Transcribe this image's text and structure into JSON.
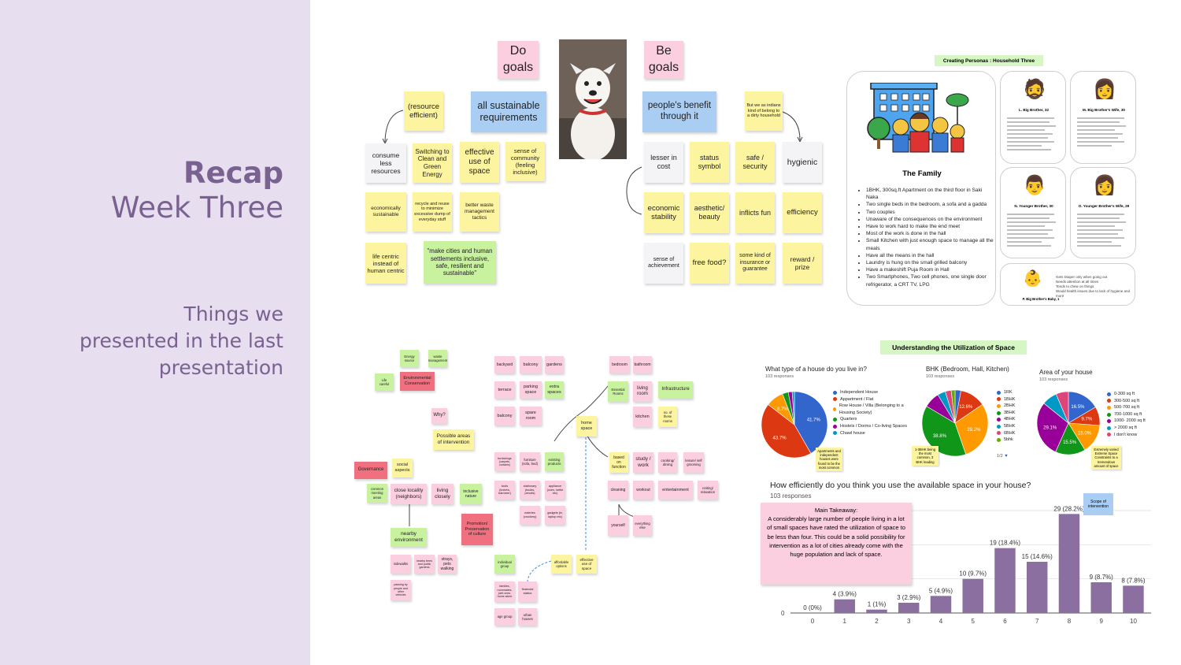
{
  "sidebar": {
    "title_bold": "Recap",
    "title_light": "Week Three",
    "subtitle": "Things we presented in the last presentation"
  },
  "goals": {
    "do_goals": "Do goals",
    "be_goals": "Be goals",
    "resource_efficient": "(resource efficient)",
    "all_sustainable": "all sustainable requirements",
    "consume_less": "consume less resources",
    "switching": "Switching to Clean and Green Energy",
    "effective_use": "effective use of space",
    "sense_community": "sense of community (feeling inclusive)",
    "econ_sustainable": "economically sustainable",
    "recycle": "recycle and reuse to minimize excessive dump of everyday stuff",
    "better_waste": "better waste management tactics",
    "life_centric": "life centric instead of human centric",
    "make_cities": "\"make cities and human settlements inclusive, safe, resilient and sustainable\"",
    "peoples_benefit": "people's benefit through it",
    "indians": "But we as indians kind of belong to a dirty household",
    "lesser_cost": "lesser in cost",
    "status_symbol": "status symbol",
    "safe_security": "safe / security",
    "hygienic": "hygienic",
    "economic_stability": "economic stability",
    "aesthetic": "aesthetic/ beauty",
    "inflicts_fun": "inflicts fun",
    "efficiency": "efficiency",
    "sense_achievement": "sense of achievement",
    "free_food": "free food?",
    "insurance": "some kind of insurance or guarantee",
    "reward": "reward / prize"
  },
  "persona": {
    "header": "Creating Personas : Household Three",
    "family_title": "The Family",
    "family_points": [
      "1BHK, 300sq.ft Apartment on the third floor in Saki Naka",
      "Two single beds in the bedroom, a sofa and a gadda",
      "Two couples",
      "Unaware of the consequences on the environment",
      "Have to work hard to make the end meet",
      "Most of the work is done in the hall",
      "Small Kitchen with just enough space to manage all the meals",
      "Have all the means in the hall",
      "Laundry is hung on the small grilled balcony",
      "Have a makeshift Puja Room in Hall",
      "Two Smartphones, Two cell phones, one single door refrigerator, a CRT TV, LPG"
    ],
    "members": [
      {
        "name": "L. Big Brother, 32"
      },
      {
        "name": "M. Big Brother's Wife, 30"
      },
      {
        "name": "N. Younger Brother, 30"
      },
      {
        "name": "O. Younger Brother's Wife, 29"
      },
      {
        "name": "P. Big Brother's Baby, 1"
      }
    ],
    "baby_notes": [
      "Gets Diaper only when going out",
      "Needs attention at all times",
      "Tends to chew on things",
      "Would health issues due to lack of hygiene and more"
    ]
  },
  "mindmap": {
    "energy_source": "Energy source",
    "waste_mgmt": "waste management",
    "life_careful": "Life careful",
    "env_conservation": "Environmental Conservation",
    "why": "Why?",
    "possible_areas": "Possible areas of intervention",
    "governance": "Governance",
    "social_aspects": "social aspects",
    "common_meeting": "common meeting areas",
    "close_locality": "close locality (neighbors)",
    "living_closely": "living closely",
    "inclusive_nature": "inclusive nature",
    "promotion": "Promotion/ Preservation of culture",
    "nearby_env": "nearby environment",
    "sidewalks": "sidewalks",
    "nearby_trees": "nearby trees and public gardens",
    "strays": "strays, pets walking",
    "passing": "passing by people and other vehicles",
    "backyard": "backyard",
    "balcony": "balcony",
    "gardens": "gardens",
    "terrace": "terrace",
    "parking": "parking space",
    "extra_spaces": "extra spaces",
    "balcony2": "balcony",
    "spare_room": "spare room",
    "home_space": "home space",
    "furnishings": "furnishings (carpets, curtains)",
    "furniture": "furniture (sofa, bed)",
    "existing_products": "existing products",
    "tools": "tools (knives, hammer)",
    "stationery": "stationary (books, pencils)",
    "appliances": "appliance (oven, kettle etc)",
    "eateries": "eateries (crockery)",
    "gadgets": "gadgets (tv, laptop etc)",
    "individual": "individual group",
    "families": "families, roommates, joint ones, home alone",
    "financial": "financial status",
    "age_group": "age group",
    "urban_houses": "urban houses",
    "affordable": "affordable options",
    "effective_space": "effective use of space",
    "bedroom": "bedroom",
    "bathroom": "bathroom",
    "essential_rooms": "Essential Rooms",
    "living_room": "living room",
    "infrastructure": "Infrastructure",
    "kitchen": "kitchen",
    "no_rooms": "no. of these rooms",
    "based_function": "based on function",
    "study_work": "study / work",
    "cooking": "cooking/ dining",
    "leisure": "leisure/ self grooming",
    "cleaning": "cleaning",
    "workout": "workout",
    "entertainment": "entertainment",
    "resting": "resting/ relaxation",
    "yourself": "yourself",
    "everything": "everything else"
  },
  "survey": {
    "header": "Understanding the Utilization of Space",
    "q1": "What type of a house do you live in?",
    "q1_resp": "103 responses",
    "q1_legend": [
      "Independent House",
      "Appartment / Flat",
      "Row House / Villa (Belonging to a Housing Society)",
      "Quarters",
      "Hostels / Dorms / Co-living Spaces",
      "Chawl house"
    ],
    "q1_labels": [
      "43.7%",
      "41.7%",
      "8.7%"
    ],
    "q1_note": "Apartments and independent houses were found to be the most common",
    "q2": "BHK (Bedroom, Hall, Kitchen)",
    "q2_resp": "103 responses",
    "q2_legend": [
      "1RK",
      "1BHK",
      "2BHK",
      "3BHK",
      "4BHK",
      "5BHK",
      "6BHK",
      "5bhk"
    ],
    "q2_labels": [
      "38.8%",
      "29.2%",
      "12.6%"
    ],
    "q2_pager": "1/2",
    "q2_note": "1-3BHK being the most common, 3 BHK leading",
    "q3": "Area of your house",
    "q3_resp": "103 responses",
    "q3_legend": [
      "0-300 sq ft",
      "300-500 sq ft",
      "500-700 sq ft",
      "700-1000 sq ft",
      "1000- 2000 sq ft",
      "> 2000 sq ft",
      "I don't know"
    ],
    "q3_labels": [
      "29.1%",
      "16.5%",
      "9.7%",
      "15.5%",
      "15.0%"
    ],
    "q3_note": "Extremely varied Extreme Space Constraints to a tremendous amount of space",
    "bar_title": "How efficiently do you think you use the available space in your house?",
    "bar_resp": "103 responses",
    "takeaway": "Main Takeaway:\nA considerably large number of people living in a lot of small spaces have rated the utilization of space to be less than four. This could be a solid possibility for intervention as a lot of cities already come with the huge population and lack of space.",
    "scope": "Scope of intervention"
  },
  "colors": {
    "sidebar": "#e7dff0",
    "accent": "#7a6290",
    "bar": "#8a6fa0"
  },
  "chart_data": [
    {
      "type": "pie",
      "title": "What type of a house do you live in?",
      "categories": [
        "Independent House",
        "Appartment / Flat",
        "Row House / Villa (Belonging to a Housing Society)",
        "Quarters",
        "Hostels / Dorms / Co-living Spaces",
        "Chawl house"
      ],
      "values": [
        41.7,
        43.7,
        8.7,
        2.9,
        1.9,
        1.1
      ],
      "colors": [
        "#3366cc",
        "#dc3912",
        "#ff9900",
        "#109618",
        "#990099",
        "#0099c6"
      ]
    },
    {
      "type": "pie",
      "title": "BHK (Bedroom, Hall, Kitchen)",
      "categories": [
        "1RK",
        "1BHK",
        "2BHK",
        "3BHK",
        "4BHK",
        "5BHK",
        "6BHK",
        "5bhk"
      ],
      "values": [
        2.9,
        12.6,
        29.2,
        38.8,
        7.8,
        3.9,
        2.9,
        1.9
      ],
      "colors": [
        "#3366cc",
        "#dc3912",
        "#ff9900",
        "#109618",
        "#990099",
        "#0099c6",
        "#dd4477",
        "#66aa00"
      ]
    },
    {
      "type": "pie",
      "title": "Area of your house",
      "categories": [
        "0-300 sq ft",
        "300-500 sq ft",
        "500-700 sq ft",
        "700-1000 sq ft",
        "1000- 2000 sq ft",
        "> 2000 sq ft",
        "I don't know"
      ],
      "values": [
        16.5,
        9.7,
        15.0,
        15.5,
        29.1,
        7.8,
        6.4
      ],
      "colors": [
        "#3366cc",
        "#dc3912",
        "#ff9900",
        "#109618",
        "#990099",
        "#0099c6",
        "#dd4477"
      ]
    },
    {
      "type": "bar",
      "title": "How efficiently do you think you use the available space in your house?",
      "categories": [
        "0",
        "1",
        "2",
        "3",
        "4",
        "5",
        "6",
        "7",
        "8",
        "9",
        "10"
      ],
      "values": [
        0,
        4,
        1,
        3,
        5,
        10,
        19,
        15,
        29,
        9,
        8
      ],
      "labels": [
        "0 (0%)",
        "4 (3.9%)",
        "1 (1%)",
        "3 (2.9%)",
        "5 (4.9%)",
        "10 (9.7%)",
        "19 (18.4%)",
        "15 (14.6%)",
        "29 (28.2%)",
        "9 (8.7%)",
        "8 (7.8%)"
      ],
      "ylim": [
        0,
        30
      ],
      "yticks": [
        "0"
      ]
    }
  ]
}
